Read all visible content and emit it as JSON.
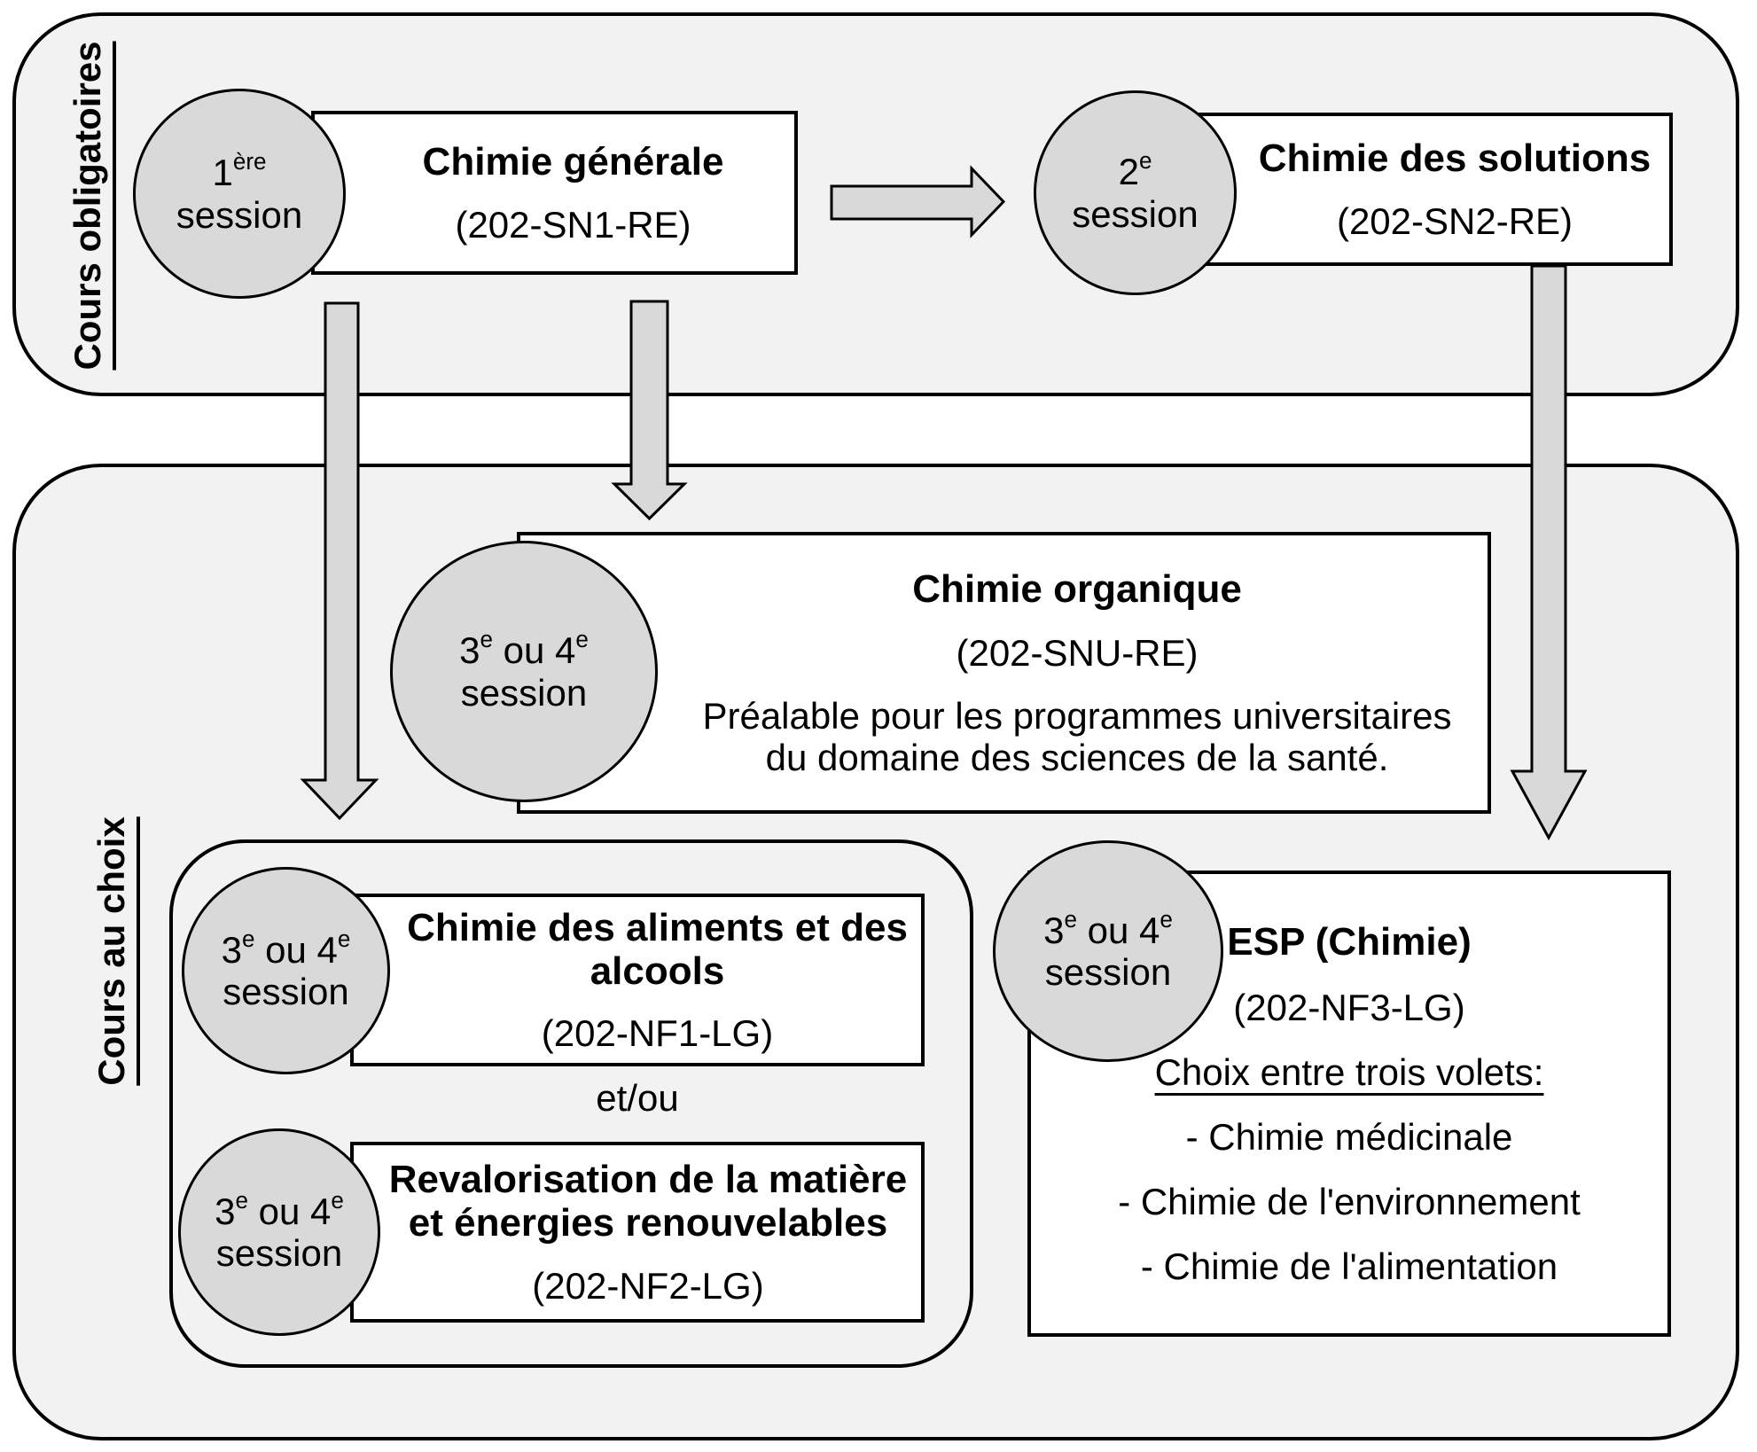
{
  "colors": {
    "background": "#ffffff",
    "container_fill": "#f2f2f2",
    "shape_fill": "#d9d9d9",
    "box_fill": "#ffffff",
    "border": "#000000",
    "text": "#000000"
  },
  "sections": {
    "obligatoires": {
      "label": "Cours obligatoires"
    },
    "choix": {
      "label": "Cours au choix"
    }
  },
  "sessions": {
    "first": {
      "parts": [
        [
          "1",
          false
        ],
        [
          "ère",
          true
        ]
      ],
      "line2": "session"
    },
    "second": {
      "parts": [
        [
          "2",
          false
        ],
        [
          "e",
          true
        ]
      ],
      "line2": "session"
    },
    "third_fourth": {
      "parts": [
        [
          "3",
          false
        ],
        [
          "e",
          true
        ],
        [
          " ou 4",
          false
        ],
        [
          "e",
          true
        ]
      ],
      "line2": "session"
    }
  },
  "courses": {
    "generale": {
      "title": "Chimie générale",
      "code": "(202-SN1-RE)"
    },
    "solutions": {
      "title": "Chimie des solutions",
      "code": "(202-SN2-RE)"
    },
    "organique": {
      "title": "Chimie organique",
      "code": "(202-SNU-RE)",
      "note_line1": "Préalable pour les programmes universitaires",
      "note_line2": "du domaine des sciences de la santé."
    },
    "aliments": {
      "title_line1": "Chimie des aliments et des",
      "title_line2": "alcools",
      "code": "(202-NF1-LG)"
    },
    "revalorisation": {
      "title_line1": "Revalorisation de la matière",
      "title_line2": "et énergies renouvelables",
      "code": "(202-NF2-LG)"
    },
    "esp": {
      "title": "ESP (Chimie)",
      "code": "(202-NF3-LG)",
      "subtitle": "Choix entre trois volets:",
      "options": [
        "- Chimie médicinale",
        "- Chimie de l'environnement",
        "- Chimie de l'alimentation"
      ]
    }
  },
  "connector": {
    "label": "et/ou"
  }
}
